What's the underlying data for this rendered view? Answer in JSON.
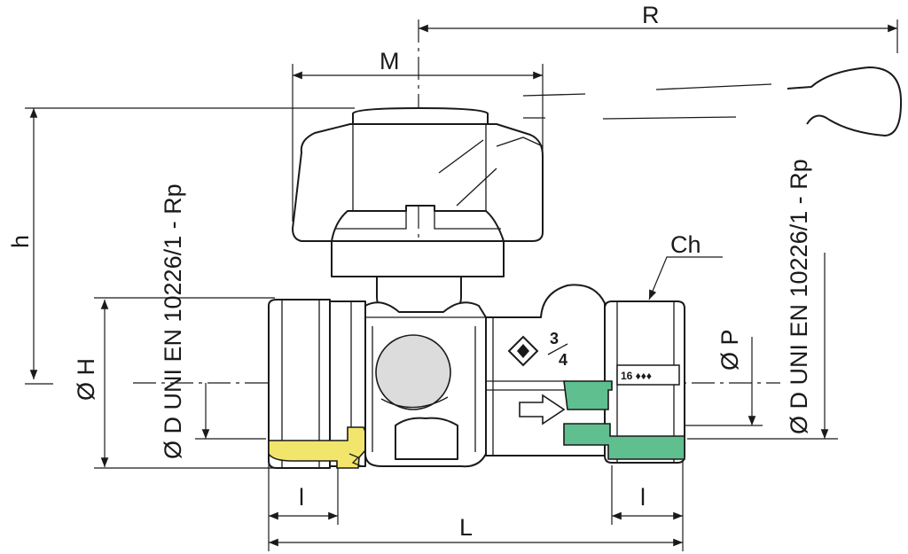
{
  "labels": {
    "R": "R",
    "M": "M",
    "h": "h",
    "Ch": "Ch",
    "diam_H": "Ø H",
    "diam_D_left": "Ø D UNI EN 10226/1 - Rp",
    "diam_P": "Ø P",
    "diam_D_right": "Ø D UNI EN 10226/1 - Rp",
    "l_left": "l",
    "l_right": "l",
    "L": "L"
  },
  "valve_marking": {
    "size_num": "3",
    "size_den": "4",
    "insert_code": "16 ♦♦♦"
  },
  "colors": {
    "line": "#1a1a1a",
    "left_thread_insert": "#f2e56b",
    "right_tailpiece": "#5fbf8f",
    "background": "#ffffff"
  },
  "icons": [
    "flow-arrow-icon",
    "manufacturer-logo-icon"
  ]
}
